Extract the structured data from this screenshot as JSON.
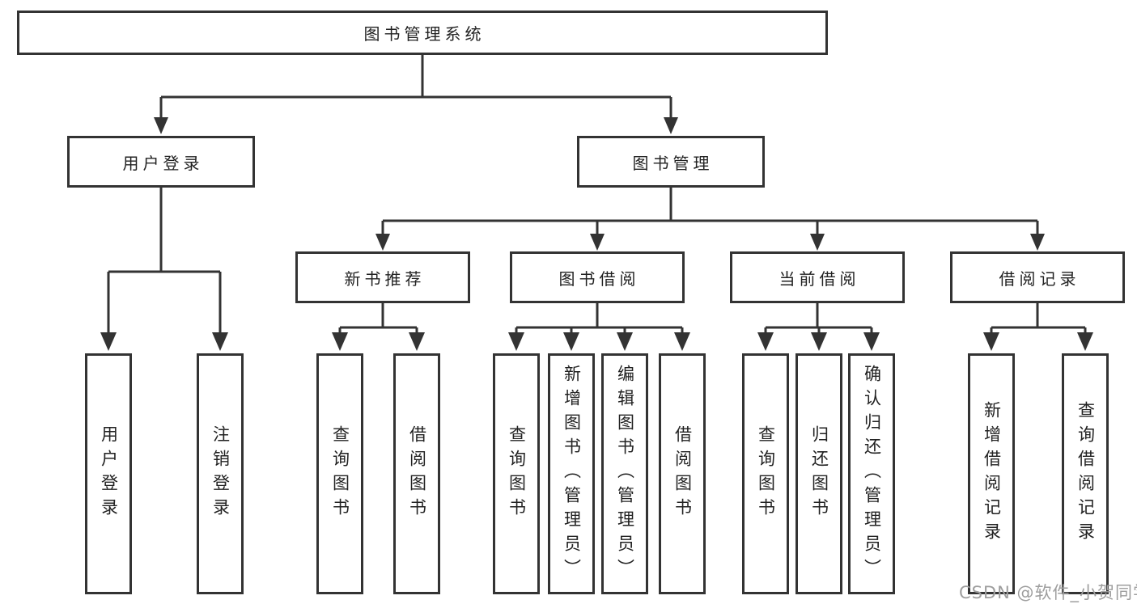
{
  "tree": {
    "root": {
      "label": "图书管理系统",
      "children": [
        {
          "label": "用户登录",
          "children": [
            {
              "label": "用户登录"
            },
            {
              "label": "注销登录"
            }
          ]
        },
        {
          "label": "图书管理",
          "children": [
            {
              "label": "新书推荐",
              "children": [
                {
                  "label": "查询图书"
                },
                {
                  "label": "借阅图书"
                }
              ]
            },
            {
              "label": "图书借阅",
              "children": [
                {
                  "label": "查询图书"
                },
                {
                  "label": "新增图书（管理员）"
                },
                {
                  "label": "编辑图书（管理员）"
                },
                {
                  "label": "借阅图书"
                }
              ]
            },
            {
              "label": "当前借阅",
              "children": [
                {
                  "label": "查询图书"
                },
                {
                  "label": "归还图书"
                },
                {
                  "label": "确认归还（管理员）"
                }
              ]
            },
            {
              "label": "借阅记录",
              "children": [
                {
                  "label": "新增借阅记录"
                },
                {
                  "label": "查询借阅记录"
                }
              ]
            }
          ]
        }
      ]
    }
  },
  "watermark": {
    "text": "CSDN @软件_小贺同学"
  },
  "colors": {
    "line": "#333333",
    "text": "#222222",
    "box_background": "#ffffff",
    "page_background": "#ffffff",
    "watermark": "#9e9e9e"
  }
}
